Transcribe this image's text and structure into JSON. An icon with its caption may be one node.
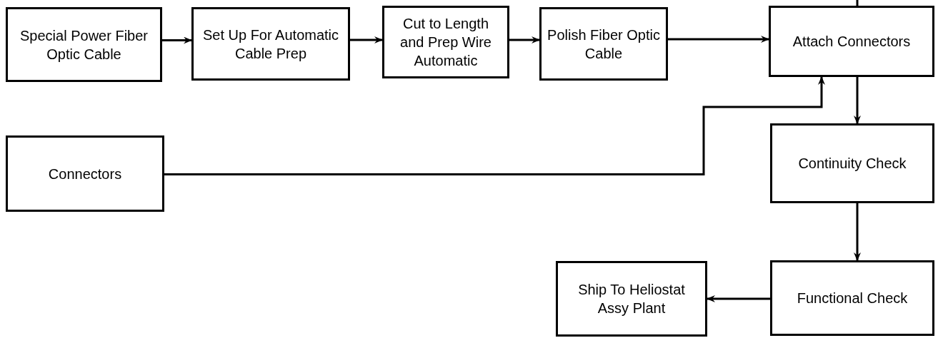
{
  "diagram": {
    "nodes": [
      {
        "text": [
          "Special Power Fiber Optic Cable"
        ]
      },
      {
        "text": [
          "Set Up For Automatic Cable Prep"
        ]
      },
      {
        "text": [
          "Cut to Length and Prep Wire Automatic"
        ]
      },
      {
        "text": [
          "Polish Fiber Optic Cable"
        ]
      },
      {
        "text": [
          "Attach Connectors"
        ]
      },
      {
        "text": [
          "Connectors"
        ]
      },
      {
        "text": [
          "Continuity Check"
        ]
      },
      {
        "text": [
          "Functional Check"
        ]
      },
      {
        "text": [
          "Ship To Heliostat Assy Plant"
        ]
      }
    ],
    "edges": [
      {
        "from": 0,
        "to": 1,
        "arrow": "to"
      },
      {
        "from": 1,
        "to": 2,
        "arrow": "to"
      },
      {
        "from": 2,
        "to": 3,
        "arrow": "to"
      },
      {
        "from": 3,
        "to": 4,
        "arrow": "to"
      },
      {
        "from": 5,
        "to": 4,
        "arrow": "to"
      },
      {
        "from": 4,
        "to": 6,
        "arrow": "to"
      },
      {
        "from": 6,
        "to": 7,
        "arrow": "to"
      },
      {
        "from": 7,
        "to": 8,
        "arrow": "to"
      },
      {
        "from": 4,
        "to": null,
        "arrow": "none"
      }
    ]
  }
}
